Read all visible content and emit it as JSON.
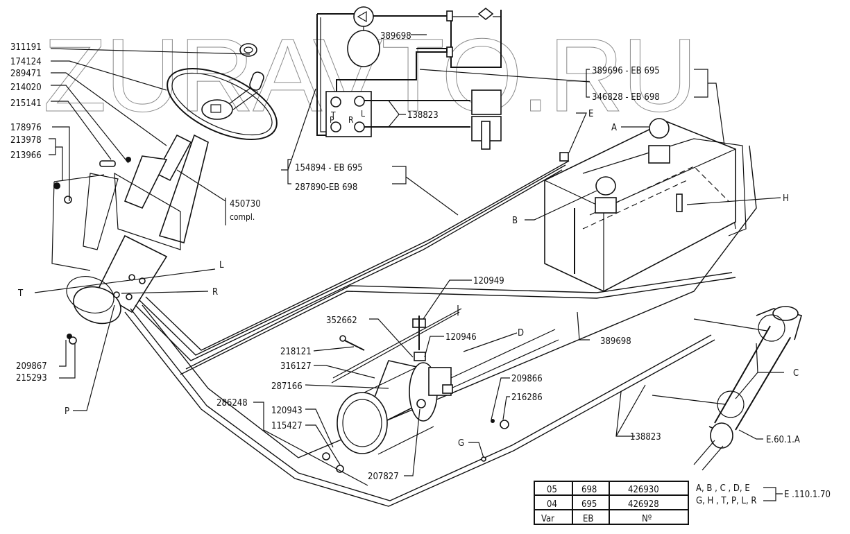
{
  "watermark": "ZURAVTO.RU",
  "steering_labels": {
    "l311191": "311191",
    "l174124": "174124",
    "l289471": "289471",
    "l214020": "214020",
    "l215141": "215141",
    "l178976": "178976",
    "l213978": "213978",
    "l213966": "213966",
    "l450730": "450730",
    "l450730_sub": "compl.",
    "T": "T",
    "L": "L",
    "R": "R",
    "P": "P",
    "l209867": "209867",
    "l215293": "215293"
  },
  "schematic": {
    "pipe_label": "389698",
    "return_label": "138823",
    "port_T": "T",
    "port_L": "L",
    "port_P": "P",
    "port_R": "R"
  },
  "variant_refs": {
    "top_1": "389696 - EB 695",
    "top_2": "346828 - EB 698",
    "mid_1": "154894 - EB 695",
    "mid_2": "287890-EB 698"
  },
  "tank_labels": {
    "E": "E",
    "A": "A",
    "B": "B",
    "H": "H"
  },
  "pump_labels": {
    "l120949": "120949",
    "l352662": "352662",
    "l120946": "120946",
    "D": "D",
    "l218121": "218121",
    "l316127": "316127",
    "l287166": "287166",
    "l286248": "286248",
    "l120943": "120943",
    "l115427": "115427",
    "l207827": "207827",
    "l209866": "209866",
    "l216286": "216286",
    "G": "G"
  },
  "cylinder_labels": {
    "pipe": "389698",
    "C": "C",
    "lines": "138823",
    "cyl": "E.60.1.A"
  },
  "table": {
    "rows": [
      [
        "05",
        "698",
        "426930"
      ],
      [
        "04",
        "695",
        "426928"
      ],
      [
        "Var",
        "EB",
        "Nº"
      ]
    ]
  },
  "group_refs": {
    "line1": "A, B , C , D, E",
    "line2": "G, H , T, P, L, R",
    "ref": "E .110.1.70"
  }
}
